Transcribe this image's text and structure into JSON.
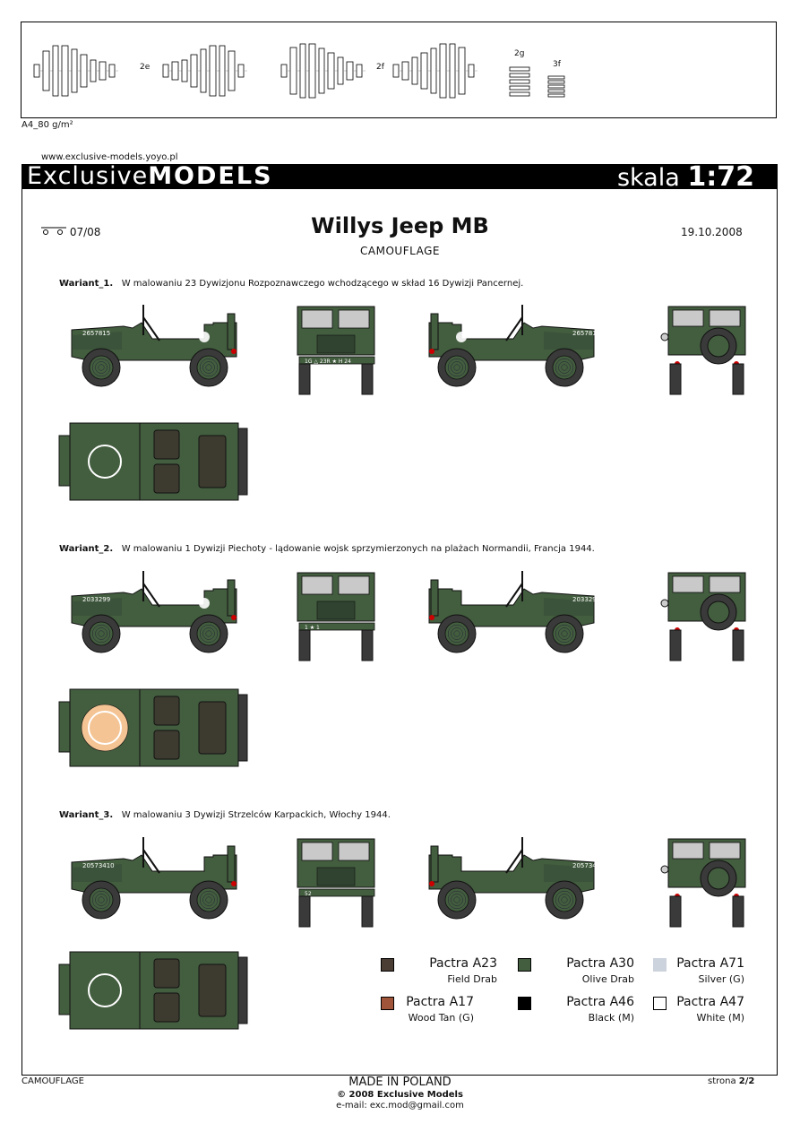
{
  "header": {
    "paper": "A4_80 g/m²",
    "url": "www.exclusive-models.yoyo.pl",
    "brand_light": "Exclusive",
    "brand_bold": "MODELS",
    "scale_prefix": "skala",
    "scale_value": "1:72"
  },
  "parts_strip": {
    "label_a": "2e",
    "label_b": "2f",
    "label_c": "2g",
    "label_d": "3f"
  },
  "doc": {
    "code": "07/08",
    "title": "Willys Jeep MB",
    "subtitle": "CAMOUFLAGE",
    "date": "19.10.2008"
  },
  "variants": [
    {
      "label": "Wariant_1.",
      "text": "W malowaniu 23 Dywizjonu Rozpoznawczego wchodzącego w skład 16 Dywizji Pancernej.",
      "side_serial": "2657815",
      "front_plate": "1G △ 23R ★ H 24"
    },
    {
      "label": "Wariant_2.",
      "text": "W malowaniu 1 Dywizji Piechoty - lądowanie wojsk sprzymierzonych na plażach Normandii, Francja 1944.",
      "side_serial": "2033299",
      "front_plate": "1 ★ 1"
    },
    {
      "label": "Wariant_3.",
      "text": "W malowaniu 3 Dywizji Strzelców Karpackich, Włochy 1944.",
      "side_serial": "20573410",
      "front_plate": "52"
    }
  ],
  "paints": [
    {
      "brand": "Pactra",
      "code": "A23",
      "desc": "Field Drab",
      "color": "#4a3d33"
    },
    {
      "brand": "Pactra",
      "code": "A30",
      "desc": "Olive Drab",
      "color": "#435d3f"
    },
    {
      "brand": "Pactra",
      "code": "A71",
      "desc": "Silver (G)",
      "color": "#ccd3dc"
    },
    {
      "brand": "Pactra",
      "code": "A17",
      "desc": "Wood Tan (G)",
      "color": "#a0543a"
    },
    {
      "brand": "Pactra",
      "code": "A46",
      "desc": "Black (M)",
      "color": "#000000"
    },
    {
      "brand": "Pactra",
      "code": "A47",
      "desc": "White (M)",
      "color": "#ffffff"
    }
  ],
  "footer": {
    "left": "CAMOUFLAGE",
    "made_in": "MADE IN POLAND",
    "copyright": "© 2008 Exclusive Models",
    "email": "e-mail: exc.mod@gmail.com",
    "page_prefix": "strona",
    "page": "2/2"
  },
  "colors": {
    "olive": "#435d3f",
    "olive_dark": "#2f4330",
    "tire": "#3a3a3a",
    "glass": "#c9c9c9",
    "roundel_tan": "#f4c494"
  }
}
